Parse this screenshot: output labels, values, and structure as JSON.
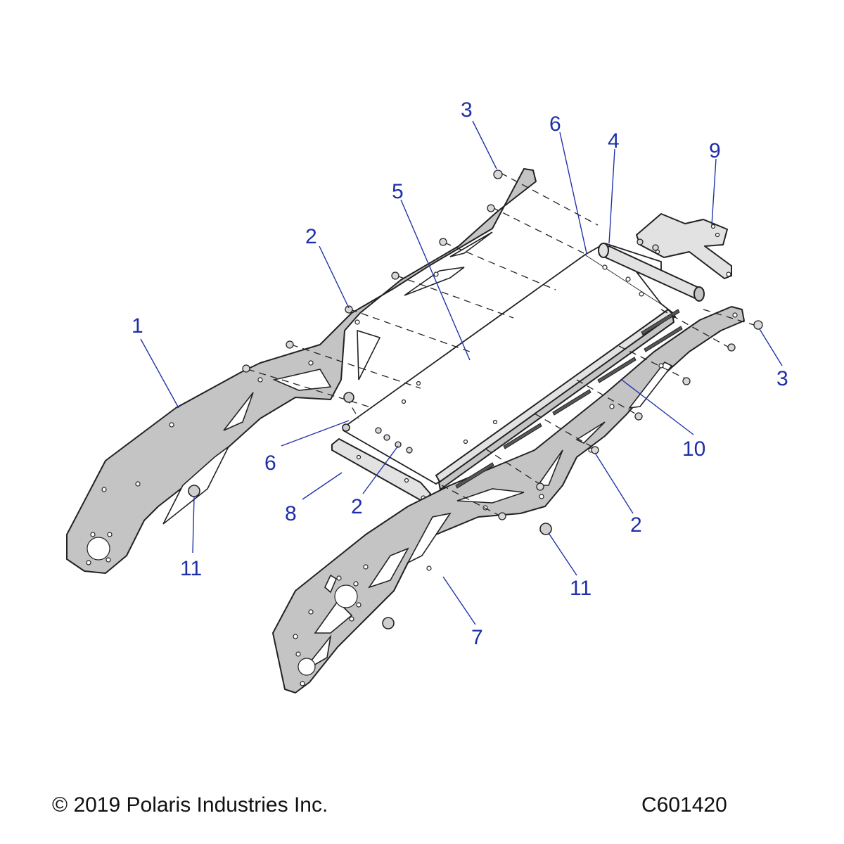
{
  "callouts": [
    {
      "id": "c3a",
      "label": "3"
    },
    {
      "id": "c6a",
      "label": "6"
    },
    {
      "id": "c4",
      "label": "4"
    },
    {
      "id": "c9",
      "label": "9"
    },
    {
      "id": "c5",
      "label": "5"
    },
    {
      "id": "c2a",
      "label": "2"
    },
    {
      "id": "c1",
      "label": "1"
    },
    {
      "id": "c3b",
      "label": "3"
    },
    {
      "id": "c10",
      "label": "10"
    },
    {
      "id": "c6b",
      "label": "6"
    },
    {
      "id": "c2b",
      "label": "2"
    },
    {
      "id": "c8",
      "label": "8"
    },
    {
      "id": "c2c",
      "label": "2"
    },
    {
      "id": "c11a",
      "label": "11"
    },
    {
      "id": "c11b",
      "label": "11"
    },
    {
      "id": "c7",
      "label": "7"
    }
  ],
  "footer": {
    "copyright": "© 2019 Polaris Industries Inc.",
    "drawing_id": "C601420"
  }
}
